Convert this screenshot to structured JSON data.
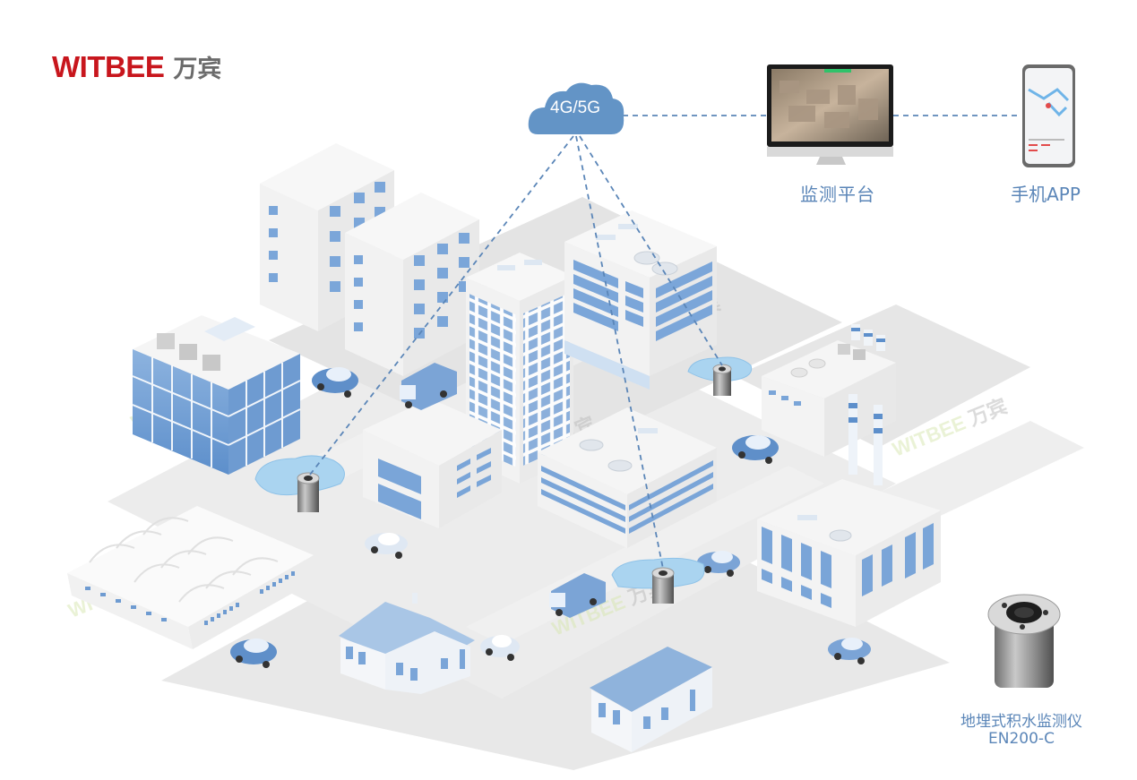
{
  "brand": {
    "logo_en": "WITBEE",
    "logo_cn": "万宾",
    "logo_color": "#c8161d"
  },
  "network": {
    "cloud_label": "4G/5G",
    "cloud_color": "#6394c6",
    "link_style": "dashed",
    "link_color": "#5b86b8"
  },
  "endpoints": {
    "platform": {
      "label": "监测平台",
      "icon": "monitor-icon"
    },
    "app": {
      "label": "手机APP",
      "icon": "smartphone-icon"
    }
  },
  "device": {
    "name": "地埋式积水监测仪",
    "model": "EN200-C",
    "icon": "buried-sensor-icon"
  },
  "scene": {
    "sensors_in_puddles": 3,
    "watermark": "WITBEE 万宾",
    "building_accent": "#6b9bd2",
    "road_color": "#e6e6e6"
  },
  "colors": {
    "caption": "#5b86b8",
    "background": "#ffffff"
  }
}
